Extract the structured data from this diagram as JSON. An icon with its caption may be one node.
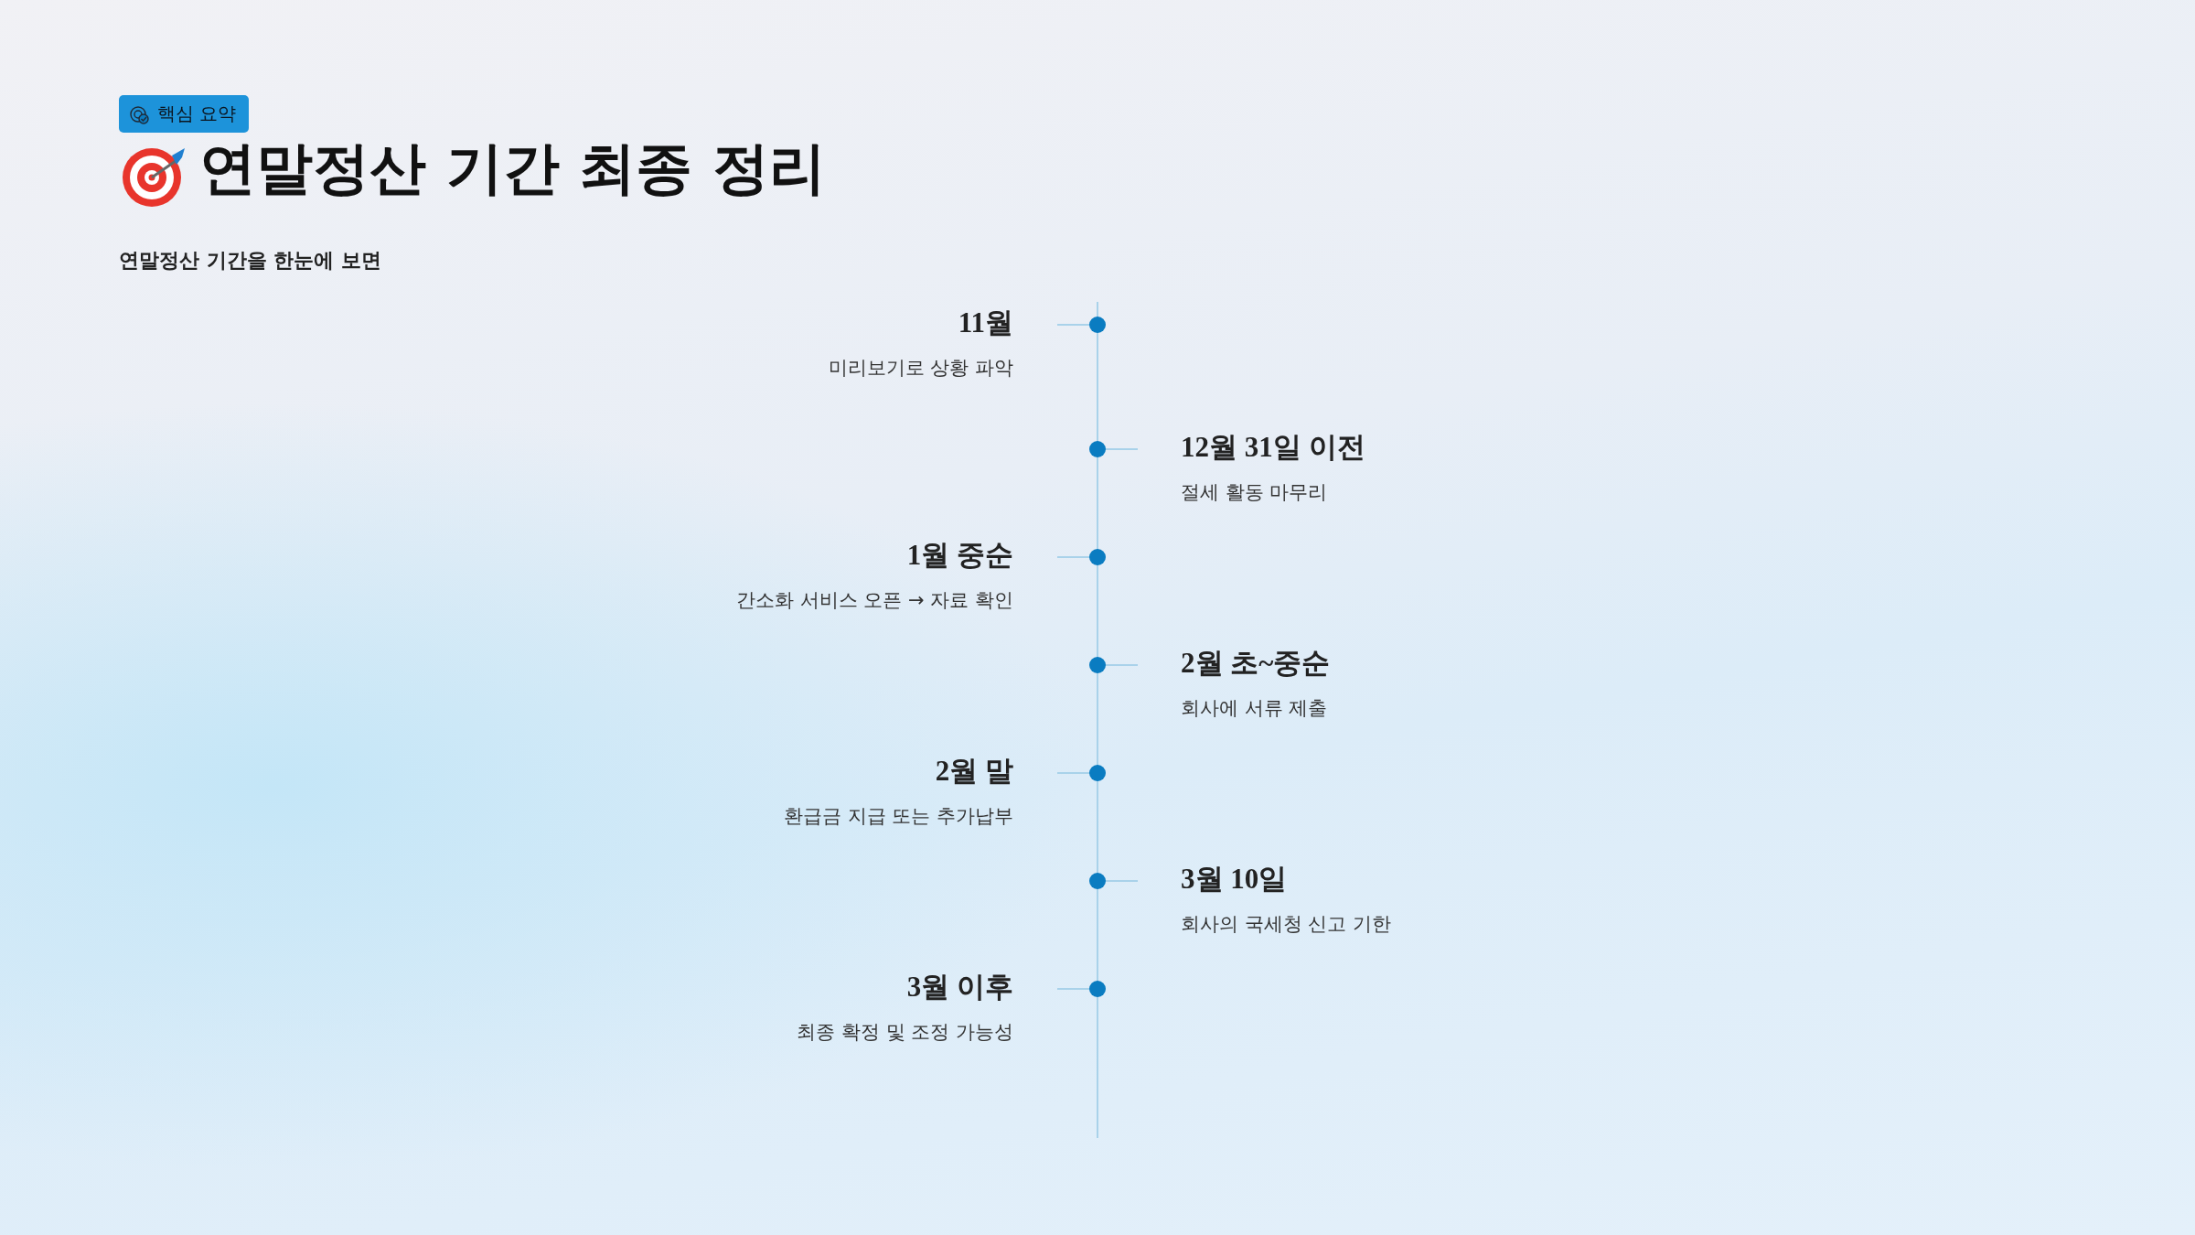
{
  "diagram": {
    "title": "연말정산 기간 최종 정리",
    "nodes": [
      {
        "text": [
          "11월",
          "미리보기로 상황 파악"
        ]
      },
      {
        "text": [
          "12월 31일 이전",
          "절세 활동 마무리"
        ]
      },
      {
        "text": [
          "1월 중순",
          "간소화 서비스 오픈 → 자료 확인"
        ]
      },
      {
        "text": [
          "2월 초~중순",
          "회사에 서류 제출"
        ]
      },
      {
        "text": [
          "2월 말",
          "환급금 지급 또는 추가납부"
        ]
      },
      {
        "text": [
          "3월 10일",
          "회사의 국세청 신고 기한"
        ]
      },
      {
        "text": [
          "3월 이후",
          "최종 확정 및 조정 가능성"
        ]
      }
    ],
    "labels": [
      "핵심 요약",
      "연말정산 기간을 한눈에 보면"
    ]
  }
}
